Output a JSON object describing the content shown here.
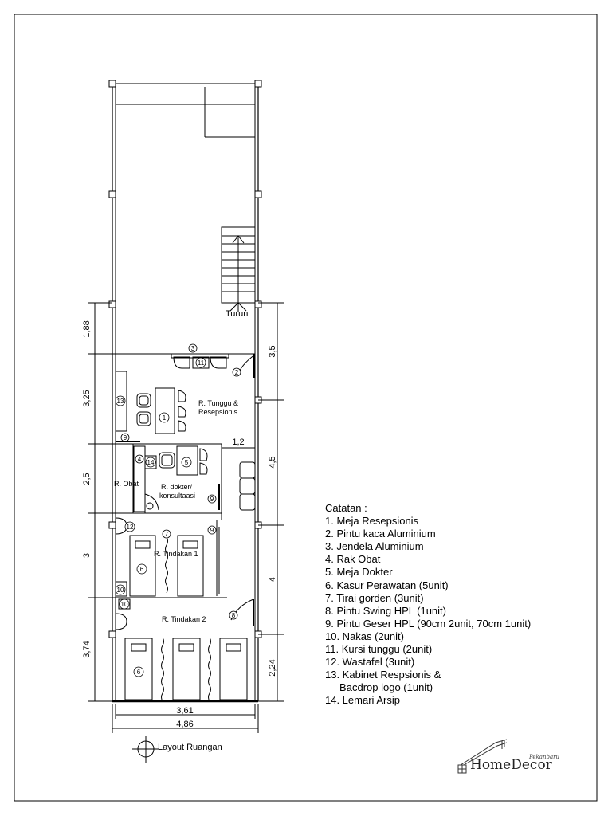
{
  "rooms": {
    "tunggu": [
      "R. Tunggu &",
      "Resepsionis"
    ],
    "obat": "R. Obat",
    "dokter": [
      "R. dokter/",
      "konsultaasi"
    ],
    "tindakan1": "R. Tindakan 1",
    "tindakan2": "R. Tindakan 2"
  },
  "stair_label": "Turun",
  "dimensions": {
    "left": [
      "1,88",
      "3,25",
      "2,5",
      "3",
      "3,74"
    ],
    "right": [
      "3,5",
      "4,5",
      "4",
      "2,24"
    ],
    "inner": "1,2",
    "bottom_inner": "3,61",
    "bottom_outer": "4,86"
  },
  "tags": [
    "1",
    "2",
    "3",
    "4",
    "5",
    "6",
    "7",
    "8",
    "9",
    "10",
    "11",
    "12",
    "13",
    "14"
  ],
  "layout_caption": "Layout Ruangan",
  "notes": {
    "title": "Catatan :",
    "items": [
      "1. Meja Resepsionis",
      "2. Pintu kaca Aluminium",
      "3. Jendela Aluminium",
      "4. Rak Obat",
      "5. Meja Dokter",
      "6. Kasur Perawatan (5unit)",
      "7. Tirai gorden (3unit)",
      "8. Pintu Swing HPL (1unit)",
      "9. Pintu Geser HPL (90cm 2unit, 70cm 1unit)",
      "10. Nakas (2unit)",
      "11. Kursi tunggu (2unit)",
      "12. Wastafel (3unit)",
      "13. Kabinet Respsionis &",
      "     Bacdrop logo (1unit)",
      "14. Lemari Arsip"
    ]
  },
  "logo": {
    "brand": "HomeDecor",
    "sub": "Pekanbaru"
  }
}
